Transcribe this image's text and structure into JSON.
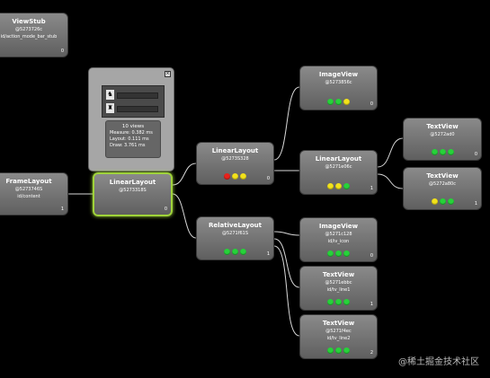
{
  "nodes": {
    "viewstub": {
      "title": "ViewStub",
      "id": "@5273726c",
      "res_id": "id/action_mode_bar_stub",
      "index": "0"
    },
    "framelayout": {
      "title": "FrameLayout",
      "id": "@5273746S",
      "res_id": "id/content",
      "index": "1"
    },
    "linearlayout_selected": {
      "title": "LinearLayout",
      "id": "@5273318S",
      "index": "0"
    },
    "linearlayout_top": {
      "title": "LinearLayout",
      "id": "@5273S328",
      "index": "0"
    },
    "relativelayout": {
      "title": "RelativeLayout",
      "id": "@5271f61S",
      "index": "1"
    },
    "imageview_top": {
      "title": "ImageView",
      "id": "@5273856c",
      "index": "0"
    },
    "linearlayout_mid": {
      "title": "LinearLayout",
      "id": "@5271e06c",
      "index": "1"
    },
    "imageview_icon": {
      "title": "ImageView",
      "id": "@5271c128",
      "res_id": "id/iv_icon",
      "index": "0"
    },
    "textview_line1": {
      "title": "TextView",
      "id": "@5271ebbc",
      "res_id": "id/tv_line1",
      "index": "1"
    },
    "textview_line2": {
      "title": "TextView",
      "id": "@5271f4ec",
      "res_id": "id/tv_line2",
      "index": "2"
    },
    "textview_a": {
      "title": "TextView",
      "id": "@5272ad0",
      "index": "0"
    },
    "textview_b": {
      "title": "TextView",
      "id": "@5272a80c",
      "index": "1"
    }
  },
  "tooltip": {
    "views": "10 views",
    "measure": "Measure: 0.382 ms",
    "layout": "Layout: 0.111 ms",
    "draw": "Draw: 3.761 ms"
  },
  "colors": {
    "green": "#27d23a",
    "yellow": "#f2e21b",
    "red": "#e8221c",
    "selected_border": "#9fd33a"
  },
  "watermark": "@稀土掘金技术社区"
}
